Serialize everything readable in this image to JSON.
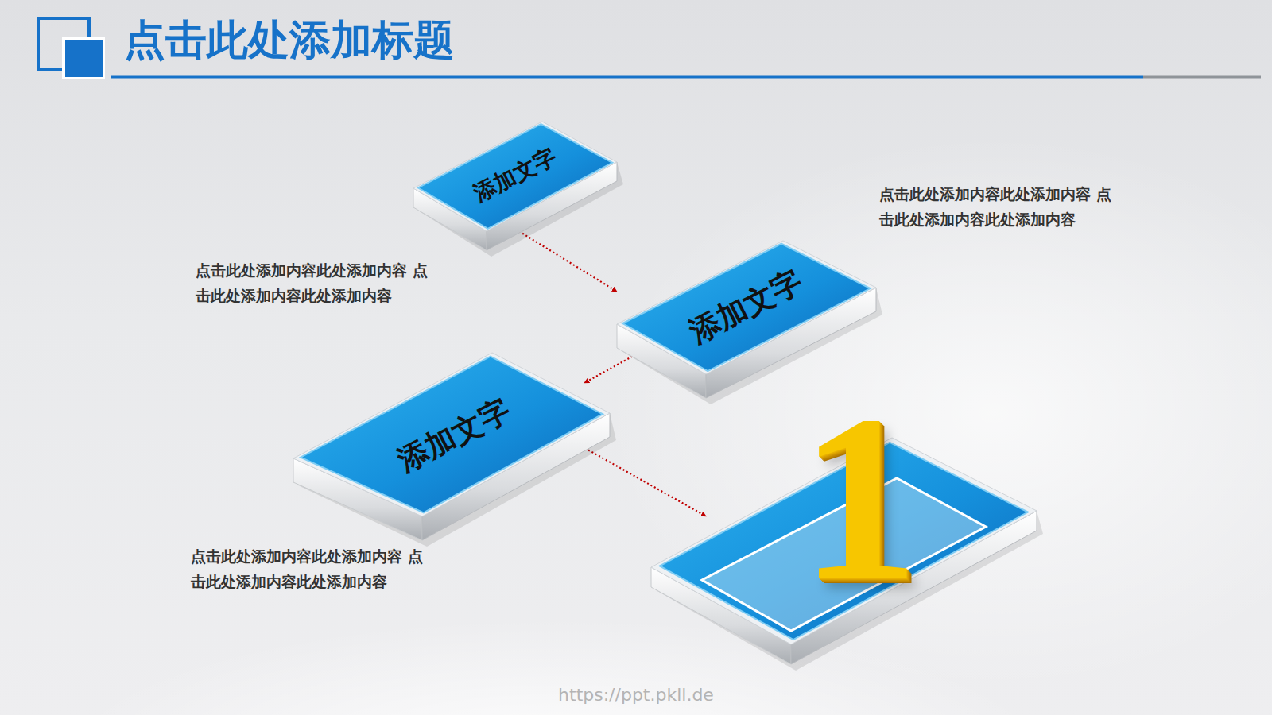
{
  "diagram": {
    "title": "点击此处添加标题",
    "nodes": [
      {
        "text": [
          "添加文字"
        ]
      },
      {
        "text": [
          "添加文字"
        ]
      },
      {
        "text": [
          "添加文字"
        ]
      },
      {
        "text": [
          "1"
        ]
      }
    ],
    "edges": [
      {
        "from": 0,
        "to": 1,
        "arrow": "to"
      },
      {
        "from": 1,
        "to": 2,
        "arrow": "to"
      },
      {
        "from": 2,
        "to": 3,
        "arrow": "to"
      }
    ],
    "labels": [
      "点击此处添加内容此处添加内容 点击此处添加内容此处添加内容",
      "点击此处添加内容此处添加内容 点击此处添加内容此处添加内容",
      "点击此处添加内容此处添加内容 点击此处添加内容此处添加内容",
      "https://ppt.pkll.de"
    ]
  }
}
